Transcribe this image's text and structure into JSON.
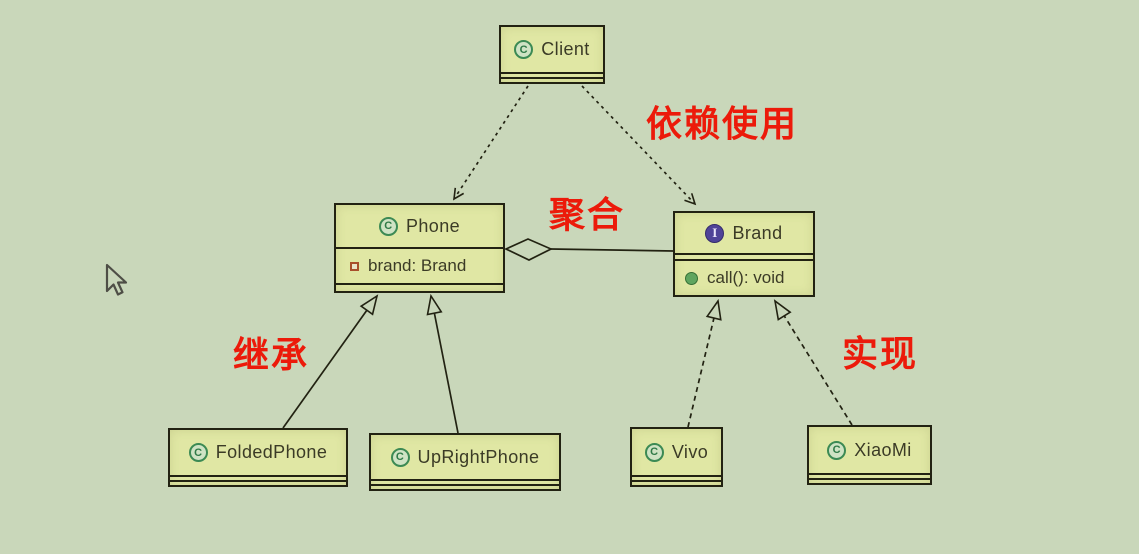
{
  "diagram": {
    "type": "uml-class-diagram",
    "pattern": "Bridge",
    "background_color": "#c9d7ba",
    "box_fill_color": "#e0e7a4",
    "line_color": "#222212",
    "annotation_color": "#ec1a0a"
  },
  "icons": {
    "class_letter": "C",
    "interface_letter": "I"
  },
  "classes": [
    {
      "name": "Client",
      "kind": "class"
    },
    {
      "name": "Phone",
      "kind": "class",
      "fields": [
        "brand: Brand"
      ]
    },
    {
      "name": "Brand",
      "kind": "interface",
      "methods": [
        "call(): void"
      ]
    },
    {
      "name": "FoldedPhone",
      "kind": "class"
    },
    {
      "name": "UpRightPhone",
      "kind": "class"
    },
    {
      "name": "Vivo",
      "kind": "class"
    },
    {
      "name": "XiaoMi",
      "kind": "class"
    }
  ],
  "annotations": [
    {
      "text": "依赖使用"
    },
    {
      "text": "聚合"
    },
    {
      "text": "继承"
    },
    {
      "text": "实现"
    }
  ],
  "relationships": [
    {
      "from": "Client",
      "to": "Phone",
      "type": "dependency",
      "line": "dashed-open-arrow"
    },
    {
      "from": "Client",
      "to": "Brand",
      "type": "dependency",
      "line": "dashed-open-arrow",
      "label": "依赖使用"
    },
    {
      "from": "Phone",
      "to": "Brand",
      "type": "aggregation",
      "line": "solid-hollow-diamond",
      "label": "聚合"
    },
    {
      "from": "FoldedPhone",
      "to": "Phone",
      "type": "generalization",
      "line": "solid-hollow-triangle",
      "label": "继承"
    },
    {
      "from": "UpRightPhone",
      "to": "Phone",
      "type": "generalization",
      "line": "solid-hollow-triangle",
      "label": "继承"
    },
    {
      "from": "Vivo",
      "to": "Brand",
      "type": "realization",
      "line": "dashed-hollow-triangle",
      "label": "实现"
    },
    {
      "from": "XiaoMi",
      "to": "Brand",
      "type": "realization",
      "line": "dashed-hollow-triangle",
      "label": "实现"
    }
  ]
}
